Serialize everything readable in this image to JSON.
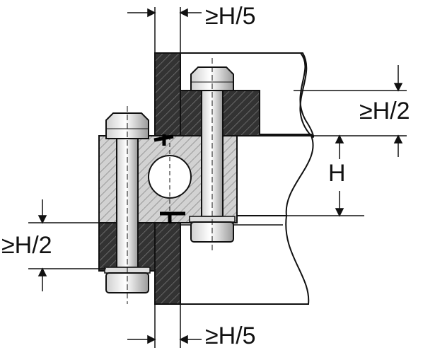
{
  "labels": {
    "top_gap": "≥H/5",
    "right_upper_gap": "≥H/2",
    "right_height": "H",
    "left_lower_gap": "≥H/2",
    "bottom_gap": "≥H/5"
  },
  "colors": {
    "line": "#111111",
    "section_fill": "#d4d4d4",
    "dark_fill": "#2a2a2a",
    "bolt_fill": "#e6e6e6"
  },
  "icons": [
    "bolt-head",
    "nut",
    "washer",
    "dimension-arrow",
    "section-hatching"
  ]
}
